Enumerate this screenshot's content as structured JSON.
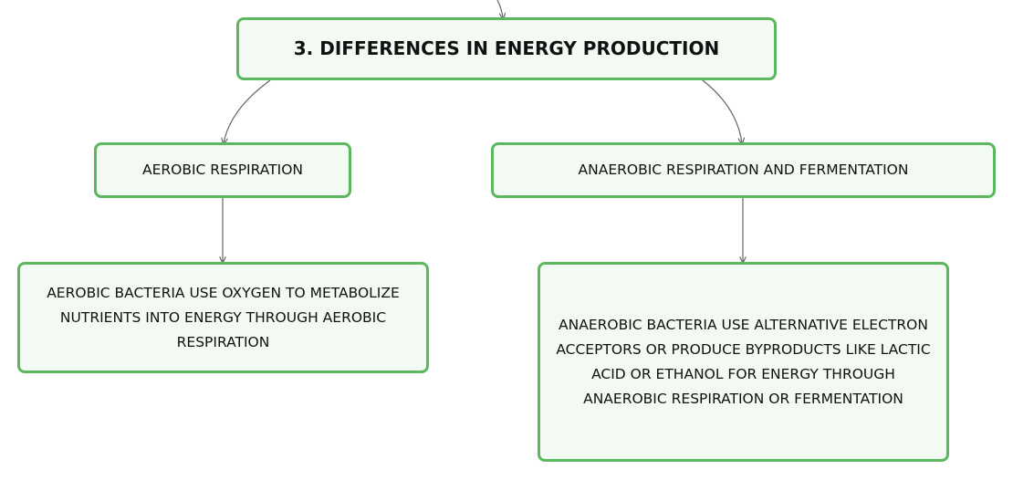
{
  "root": {
    "label": "3. DIFFERENCES IN ENERGY PRODUCTION"
  },
  "branches": [
    {
      "label": "AEROBIC RESPIRATION",
      "detail": "AEROBIC BACTERIA USE OXYGEN TO METABOLIZE NUTRIENTS INTO ENERGY THROUGH AEROBIC RESPIRATION"
    },
    {
      "label": "ANAEROBIC RESPIRATION AND FERMENTATION",
      "detail": "ANAEROBIC BACTERIA USE ALTERNATIVE ELECTRON ACCEPTORS OR PRODUCE BYPRODUCTS LIKE LACTIC ACID OR ETHANOL FOR ENERGY THROUGH ANAEROBIC RESPIRATION OR FERMENTATION"
    }
  ],
  "colors": {
    "border": "#5cb85f",
    "fill": "#f3faf3",
    "connector": "#666666"
  }
}
